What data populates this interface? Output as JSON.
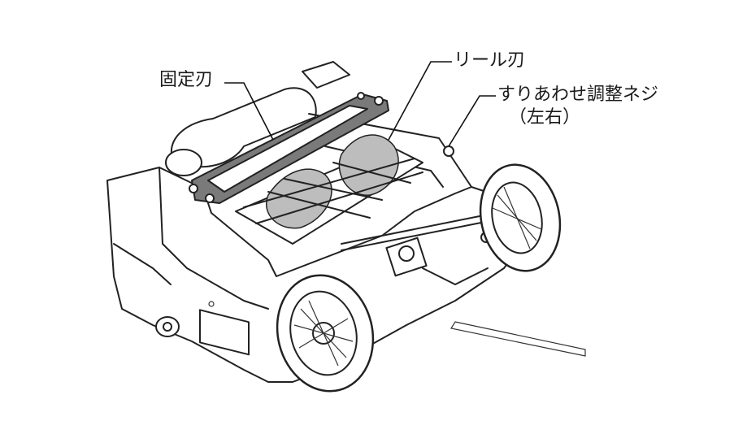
{
  "labels": {
    "fixed_blade": "固定刃",
    "reel_blade": "リール刃",
    "adjust_screw": "すりあわせ調整ネジ",
    "adjust_screw_note": "（左右）"
  },
  "colors": {
    "ink": "#222222",
    "blade_fill": "#7a7a7a",
    "background": "#ffffff"
  }
}
